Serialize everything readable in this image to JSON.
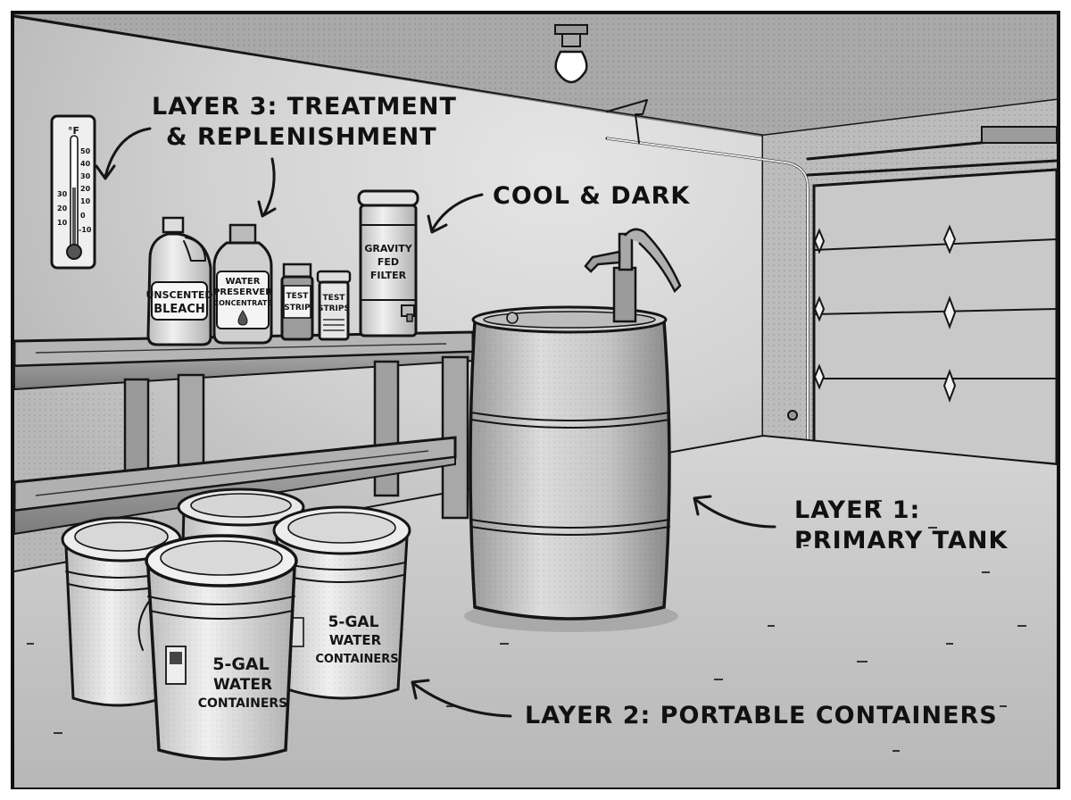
{
  "callouts": {
    "layer3_line1": "LAYER 3: TREATMENT",
    "layer3_line2": "& REPLENISHMENT",
    "cool_dark": "COOL & DARK",
    "layer1_line1": "LAYER 1:",
    "layer1_line2": "PRIMARY TANK",
    "layer2": "LAYER 2: PORTABLE CONTAINERS"
  },
  "thermometer": {
    "unit": "°F",
    "left_ticks": [
      "30",
      "20",
      "10"
    ],
    "right_ticks": [
      "50",
      "40",
      "30",
      "20",
      "10",
      "0",
      "-10"
    ]
  },
  "shelf_items": {
    "bleach_line1": "UNSCENTED",
    "bleach_line2": "BLEACH",
    "preserver_line1": "WATER",
    "preserver_line2": "PRESERVER",
    "preserver_line3": "CONCENTRATE",
    "test_strip_line1": "TEST",
    "test_strip_line2": "STRIP",
    "test_strips_line1": "TEST",
    "test_strips_line2": "STRIPS",
    "filter_line1": "GRAVITY",
    "filter_line2": "FED",
    "filter_line3": "FILTER"
  },
  "buckets": {
    "front_line1": "5-GAL",
    "front_line2": "WATER",
    "front_line3": "CONTAINERS",
    "right_line1": "5-GAL",
    "right_line2": "WATER",
    "right_line3": "CONTAINERS"
  }
}
